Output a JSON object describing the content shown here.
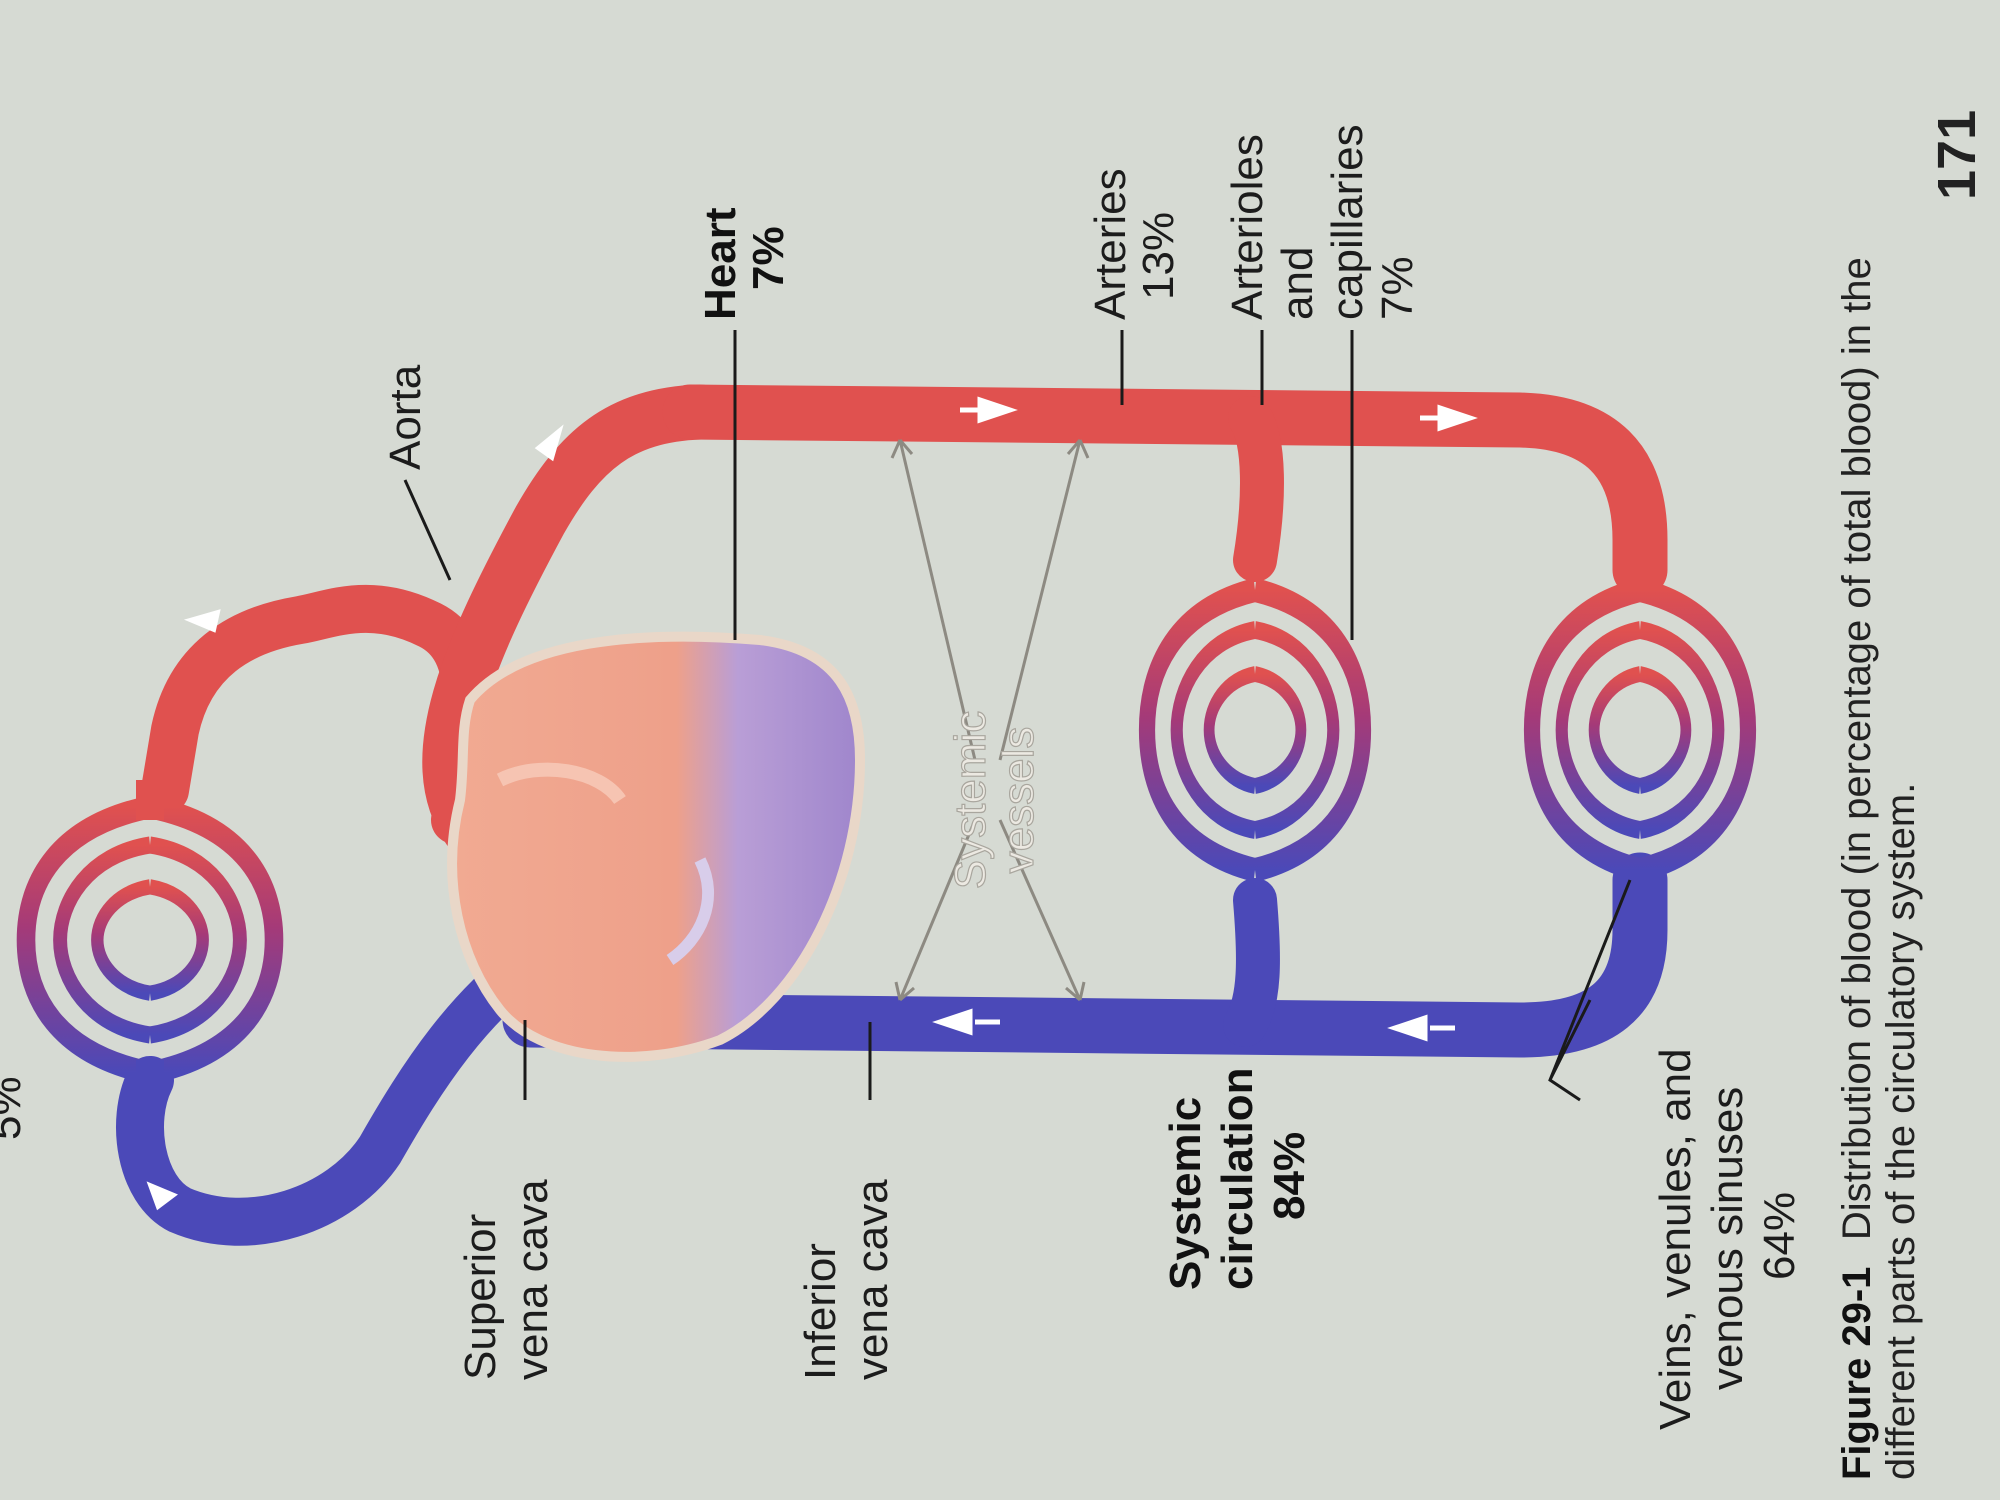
{
  "labels": {
    "aorta": "Aorta",
    "heart_name": "Heart",
    "heart_pct": "7%",
    "arteries_name": "Arteries",
    "arteries_pct": "13%",
    "arterioles_line1": "Arterioles",
    "arterioles_line2": "and",
    "arterioles_line3": "capillaries",
    "arterioles_pct": "7%",
    "systemic_vessels_line1": "Systemic",
    "systemic_vessels_line2": "vessels",
    "superior_line1": "Superior",
    "superior_line2": "vena cava",
    "inferior_line1": "Inferior",
    "inferior_line2": "vena cava",
    "systemic_circ_line1": "Systemic",
    "systemic_circ_line2": "circulation",
    "systemic_circ_pct": "84%",
    "veins_line1": "Veins, venules, and",
    "veins_line2": "venous sinuses",
    "veins_pct": "64%",
    "top_left_fragment": "5%"
  },
  "caption": {
    "figure_label": "Figure 29-1",
    "text_line1": "Distribution of blood (in percentage of total blood) in the",
    "text_line2": "different parts of the circulatory system."
  },
  "page_number": "171",
  "colors": {
    "page": "#d6dad3",
    "artery_red": "#e0514f",
    "vein_blue": "#4b49b8",
    "capillary_purple": "#8a3c8e",
    "heart_pink": "#f0a48e",
    "heart_lavender": "#b99ed6"
  }
}
